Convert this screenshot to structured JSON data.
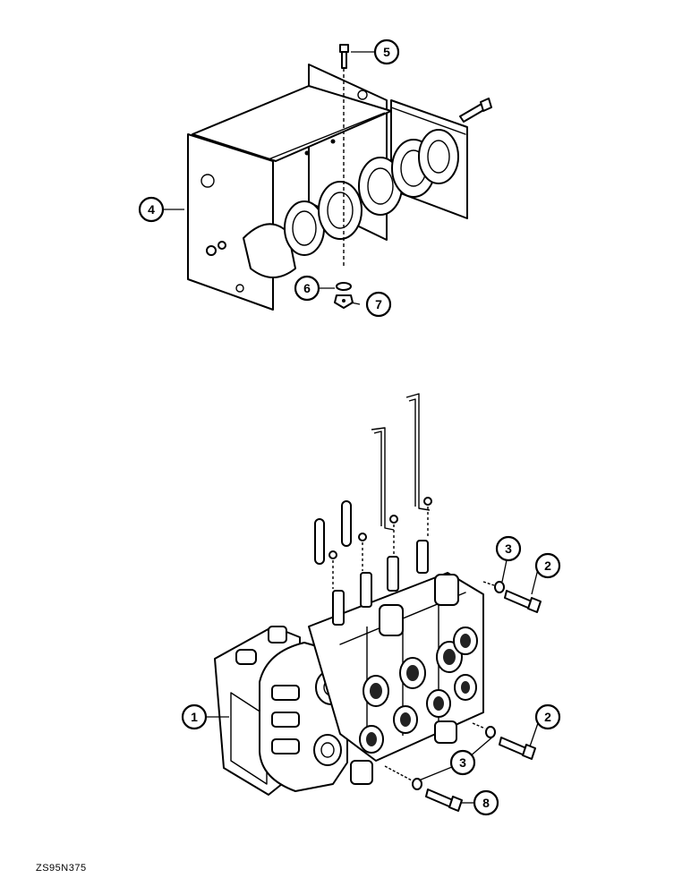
{
  "figure_code": "ZS95N375",
  "callouts": [
    {
      "id": "c5",
      "label": "5"
    },
    {
      "id": "c4",
      "label": "4"
    },
    {
      "id": "c6",
      "label": "6"
    },
    {
      "id": "c7",
      "label": "7"
    },
    {
      "id": "c3a",
      "label": "3"
    },
    {
      "id": "c2a",
      "label": "2"
    },
    {
      "id": "c1",
      "label": "1"
    },
    {
      "id": "c2b",
      "label": "2"
    },
    {
      "id": "c3b",
      "label": "3"
    },
    {
      "id": "c8",
      "label": "8"
    }
  ]
}
